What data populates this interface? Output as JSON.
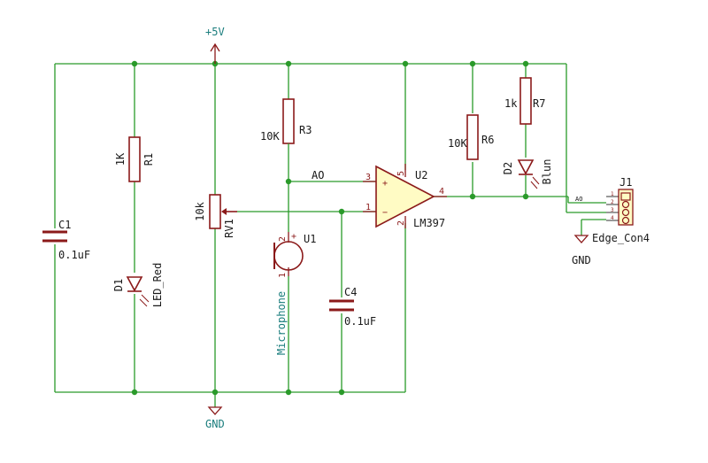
{
  "power": {
    "vcc_label": "+5V",
    "gnd_label": "GND",
    "gnd2_label": "GND"
  },
  "components": {
    "c1": {
      "ref": "C1",
      "value": "0.1uF"
    },
    "r1": {
      "ref": "R1",
      "value": "1K"
    },
    "d1": {
      "ref": "D1",
      "value": "LED_Red"
    },
    "rv1": {
      "ref": "RV1",
      "value": "10k"
    },
    "r3": {
      "ref": "R3",
      "value": "10K"
    },
    "u1": {
      "ref": "U1",
      "value": "Microphone"
    },
    "c4": {
      "ref": "C4",
      "value": "0.1uF"
    },
    "u2": {
      "ref": "U2",
      "value": "LM397"
    },
    "r6": {
      "ref": "R6",
      "value": "10K"
    },
    "r7": {
      "ref": "R7",
      "value": "1k"
    },
    "d2": {
      "ref": "D2",
      "value": "Blun"
    },
    "j1": {
      "ref": "J1",
      "value": "Edge_Con4"
    }
  },
  "nets": {
    "ao": "AO",
    "ao_connector": "AO"
  },
  "pins": {
    "u2_in_plus": "3",
    "u2_in_minus": "1",
    "u2_vcc": "5",
    "u2_gnd": "2",
    "u2_out": "4",
    "plus_sign": "+",
    "minus_sign": "−",
    "u1_pin2": "2",
    "u1_pin1": "1",
    "u1_plus": "+",
    "j1_pins": [
      "1",
      "2",
      "3",
      "4"
    ]
  }
}
